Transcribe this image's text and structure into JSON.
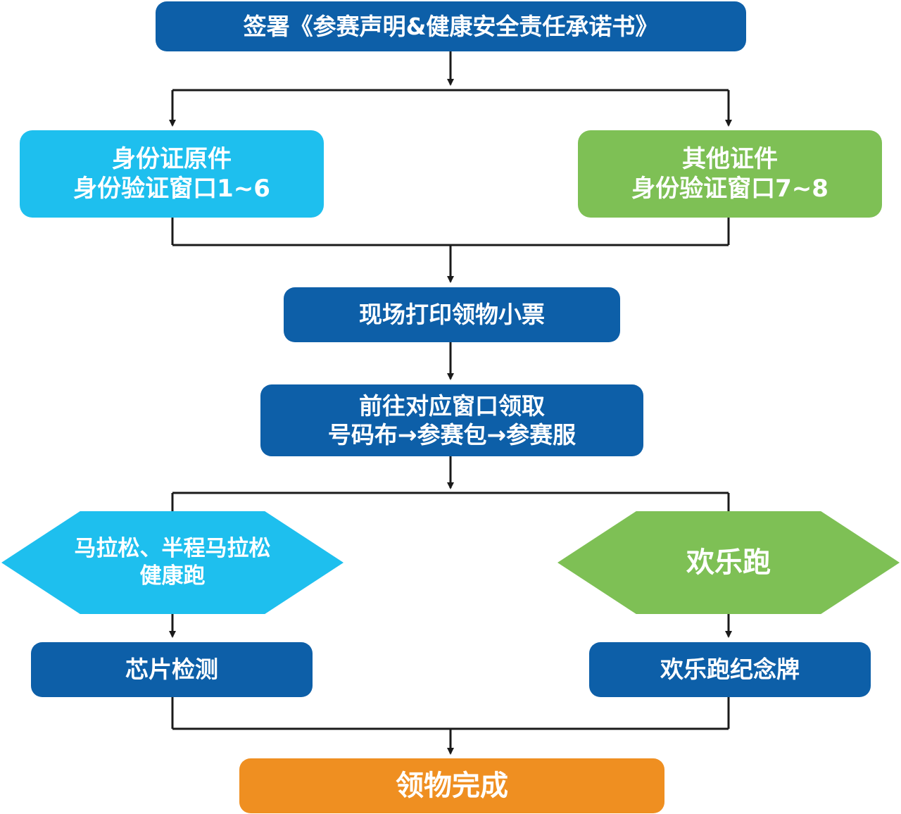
{
  "colors": {
    "dark_blue": "#0d5fa8",
    "light_blue": "#1ebfee",
    "green": "#7ec055",
    "orange": "#ef8f21",
    "line": "#1a1a1a"
  },
  "steps": {
    "sign": "签署《参赛声明&健康安全责任承诺书》",
    "id_original": {
      "line1": "身份证原件",
      "line2": "身份验证窗口1~6"
    },
    "other_id": {
      "line1": "其他证件",
      "line2": "身份验证窗口7~8"
    },
    "print_ticket": "现场打印领物小票",
    "collect": {
      "line1": "前往对应窗口领取",
      "line2": "号码布→参赛包→参赛服"
    },
    "marathon": {
      "line1": "马拉松、半程马拉松",
      "line2": "健康跑"
    },
    "fun_run": "欢乐跑",
    "chip_check": "芯片检测",
    "fun_run_medal": "欢乐跑纪念牌",
    "complete": "领物完成"
  }
}
